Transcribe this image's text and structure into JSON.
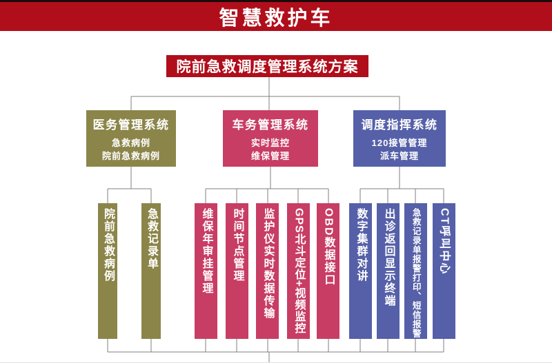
{
  "banner": {
    "title": "智慧救护车",
    "bg": "#b00e1b",
    "strip": "#1d090b"
  },
  "plan": {
    "title": "院前急救调度管理系统方案",
    "bg": "#b00e1b"
  },
  "branches": [
    {
      "title": "医务管理系统",
      "line1": "急救病例",
      "line2": "院前急救病例",
      "color": "#8b8549",
      "items": [
        "院前急救病例",
        "急救记录单"
      ]
    },
    {
      "title": "车务管理系统",
      "line1": "实时监控",
      "line2": "维保管理",
      "color": "#c83d64",
      "items": [
        "维保年审挂管理",
        "时间节点管理",
        "监护仪实时数据传输",
        "GPS北斗定位+视频监控",
        "OBD数据接口"
      ]
    },
    {
      "title": "调度指挥系统",
      "line1": "120接管管理",
      "line2": "派车管理",
      "color": "#5560a8",
      "items": [
        "数字集群对讲",
        "出诊返回显示终端",
        "急救记录单报警打印、短信报警",
        "CT呼叫中心"
      ]
    }
  ],
  "connector_color": "#7f7f7f"
}
